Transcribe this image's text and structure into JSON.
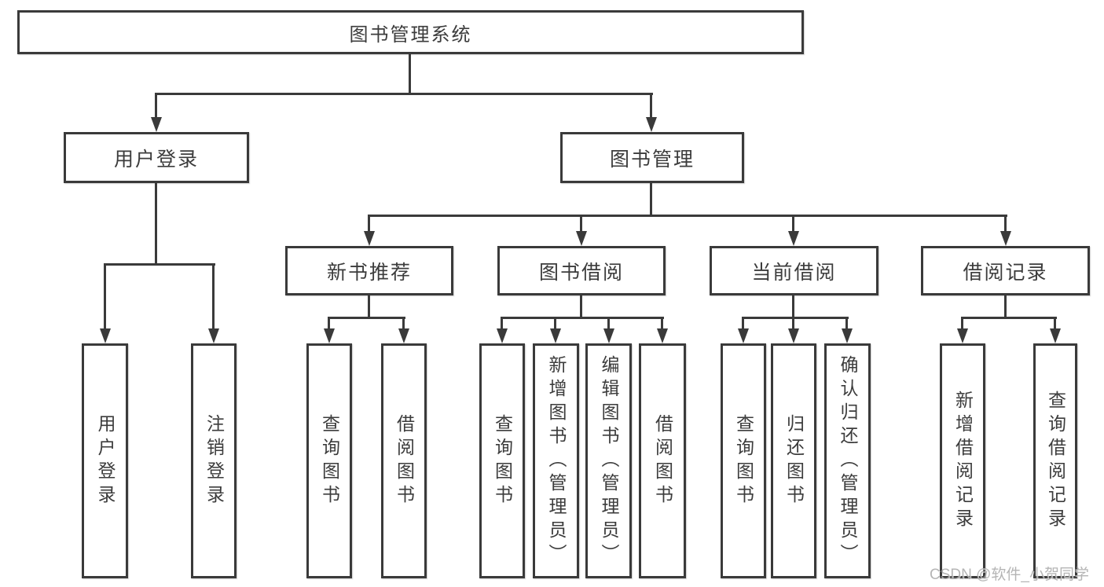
{
  "colors": {
    "line": "#3a3a3a",
    "text": "#3c3c3c",
    "background": "#ffffff",
    "watermark": "#adadad"
  },
  "root": {
    "label": "图书管理系统"
  },
  "level2": [
    {
      "label": "用户登录"
    },
    {
      "label": "图书管理"
    }
  ],
  "level3": [
    {
      "label": "新书推荐"
    },
    {
      "label": "图书借阅"
    },
    {
      "label": "当前借阅"
    },
    {
      "label": "借阅记录"
    }
  ],
  "leaves": [
    {
      "label": "用户登录"
    },
    {
      "label": "注销登录"
    },
    {
      "label": "查询图书"
    },
    {
      "label": "借阅图书"
    },
    {
      "label": "查询图书"
    },
    {
      "label": "新增图书（管理员）"
    },
    {
      "label": "编辑图书（管理员）"
    },
    {
      "label": "借阅图书"
    },
    {
      "label": "查询图书"
    },
    {
      "label": "归还图书"
    },
    {
      "label": "确认归还（管理员）"
    },
    {
      "label": "新增借阅记录"
    },
    {
      "label": "查询借阅记录"
    }
  ],
  "watermark": {
    "text": "CSDN @软件_小贺同学"
  }
}
